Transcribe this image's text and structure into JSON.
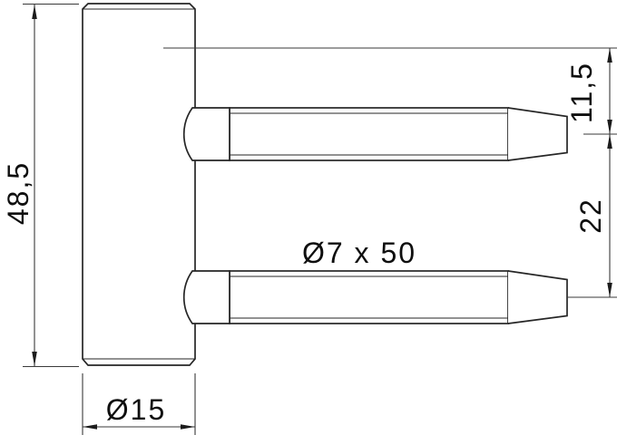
{
  "drawing": {
    "kind": "technical-drawing",
    "colors": {
      "background": "#ffffff",
      "object_line": "#262626",
      "dimension_line": "#3a3a3a",
      "text": "#0f0f0f"
    },
    "dimensions": {
      "body_length": "48,5",
      "body_diameter": "Ø15",
      "pin_size": "Ø7 x 50",
      "top_pin_offset": "11,5",
      "pin_spacing": "22"
    }
  }
}
